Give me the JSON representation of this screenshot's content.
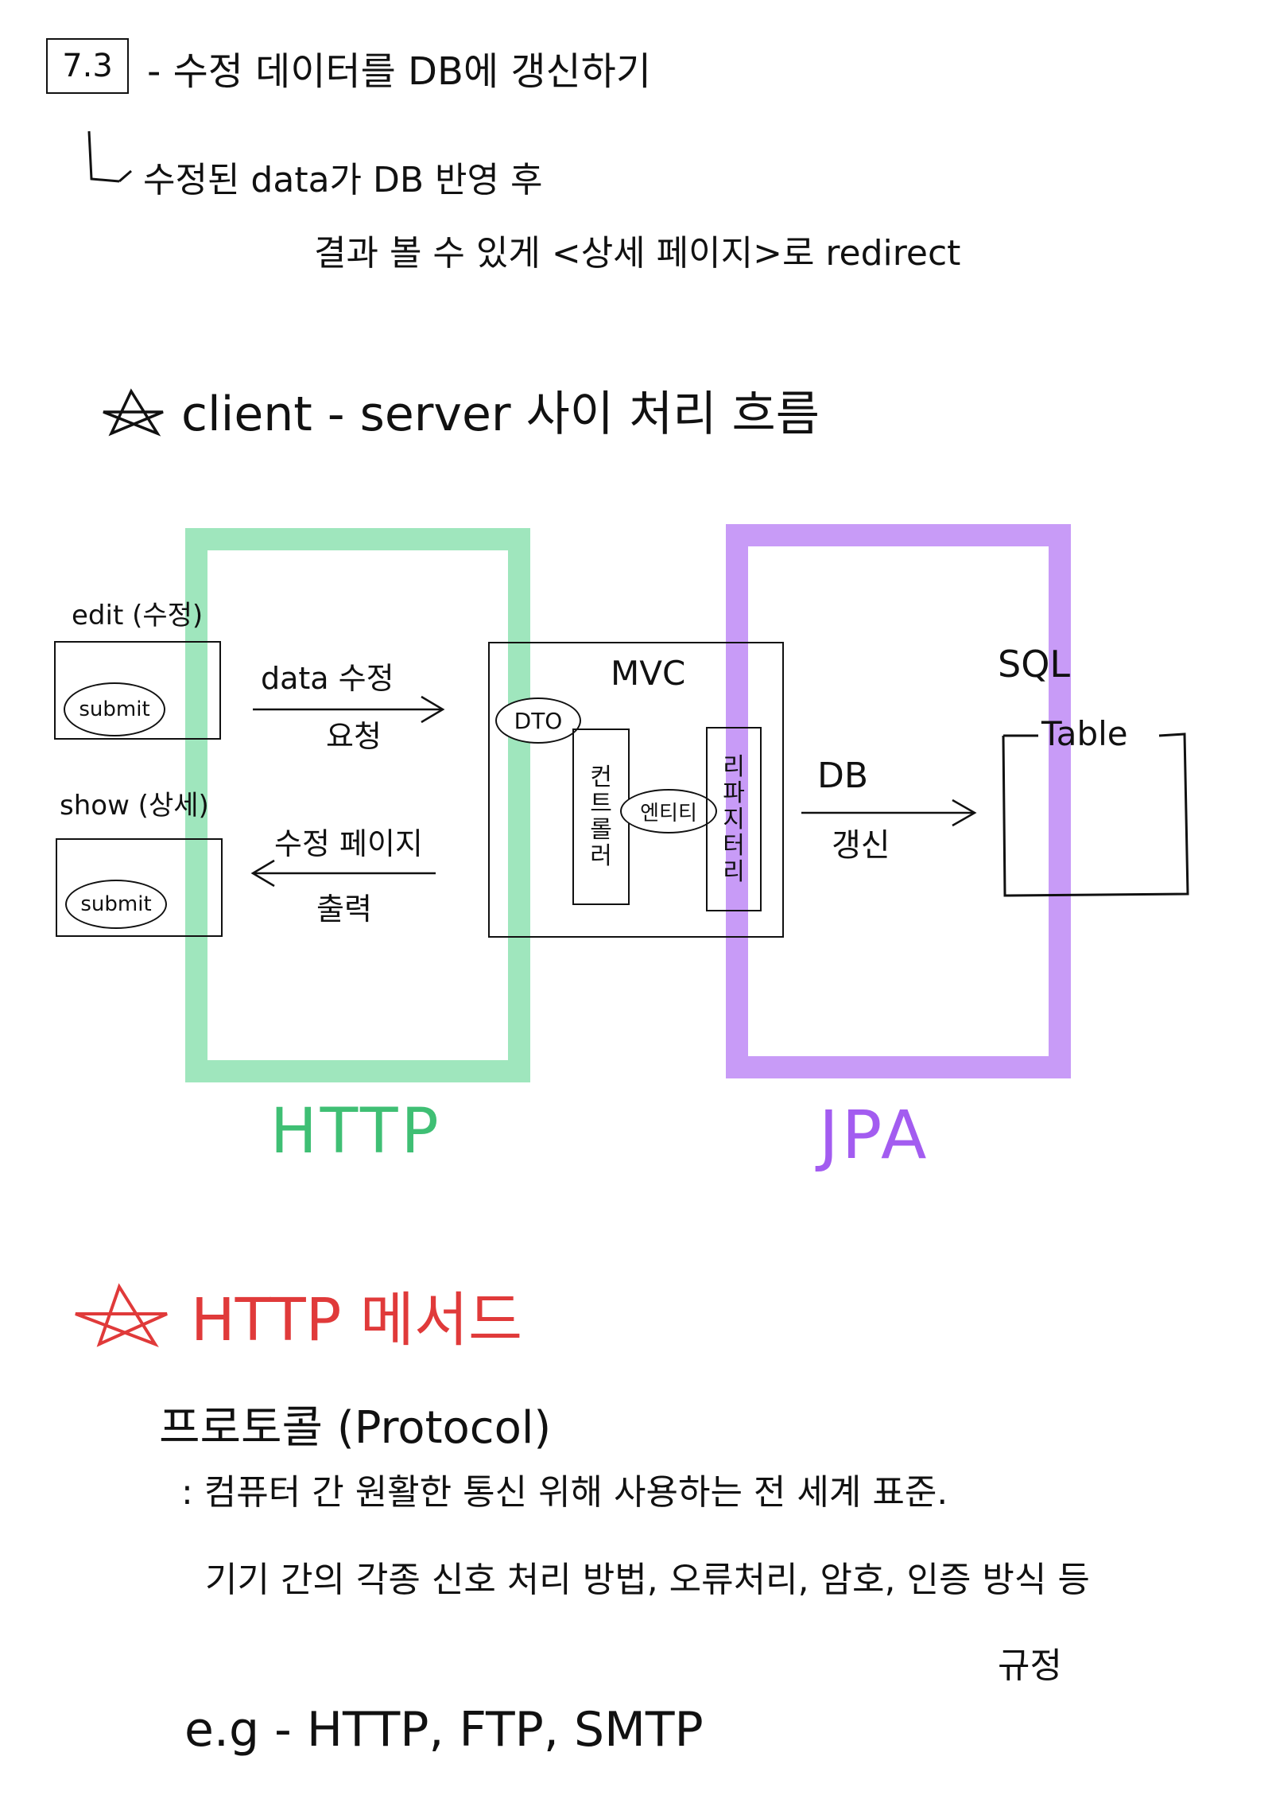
{
  "header": {
    "section_number": "7.3",
    "title": "- 수정 데이터를 DB에 갱신하기",
    "note_line1": "수정된 data가 DB 반영 후",
    "note_line2": "결과 볼 수 있게 <상세 페이지>로 redirect"
  },
  "flow_heading": "client - server 사이 처리 흐름",
  "diagram": {
    "edit_label": "edit (수정)",
    "show_label": "show (상세)",
    "submit_label": "submit",
    "request_label_1": "data 수정",
    "request_label_2": "요청",
    "response_label_1": "수정 페이지",
    "response_label_2": "출력",
    "mvc_label": "MVC",
    "dto_label": "DTO",
    "controller_chars": [
      "컨",
      "트",
      "롤",
      "러"
    ],
    "entity_label": "엔티티",
    "repository_chars": [
      "리",
      "파",
      "지",
      "터",
      "리"
    ],
    "db_update_label_1": "DB",
    "db_update_label_2": "갱신",
    "sql_label": "SQL",
    "table_label": "Table",
    "http_label": "HTTP",
    "jpa_label": "JPA"
  },
  "colors": {
    "http_frame": "#9fe6bd",
    "http_text": "#3fbf74",
    "jpa_frame": "#c89bf7",
    "jpa_text": "#a35cf0",
    "accent_red": "#e03a3a",
    "ink": "#111111"
  },
  "http_method": {
    "heading": "HTTP 메서드",
    "protocol_title": "프로토콜 (Protocol)",
    "definition": ": 컴퓨터 간 원활한 통신 위해 사용하는 전 세계 표준.",
    "detail": "기기 간의 각종 신호 처리 방법, 오류처리, 암호, 인증 방식 등",
    "detail_end": "규정",
    "examples": "e.g - HTTP, FTP, SMTP"
  }
}
